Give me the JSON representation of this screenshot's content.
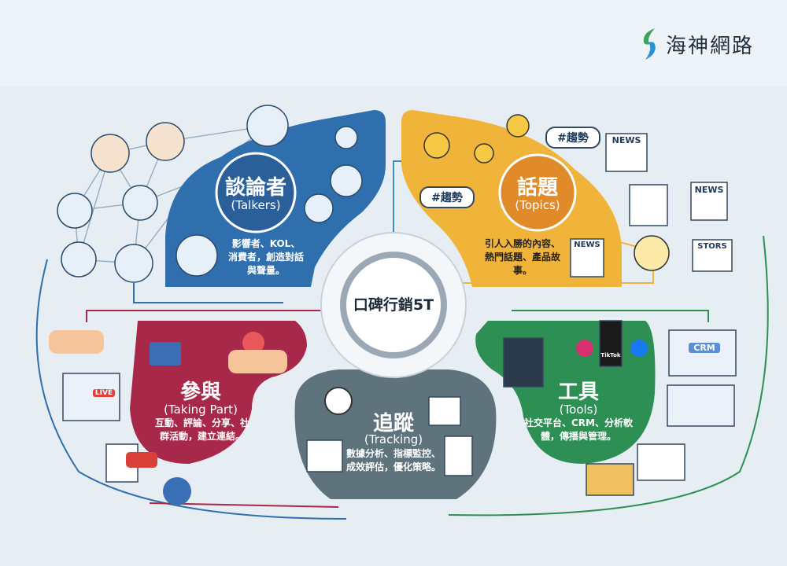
{
  "brand": {
    "name": "海神網路",
    "colors": {
      "green": "#3aa55a",
      "blue": "#2a8fd6"
    }
  },
  "center": {
    "label": "口碑行銷5T"
  },
  "sections": [
    {
      "key": "talkers",
      "title": "談論者",
      "subtitle": "(Talkers)",
      "description": "影響者、KOL、消費者，創造對話與聲量。",
      "color": "#2f6fae"
    },
    {
      "key": "topics",
      "title": "話題",
      "subtitle": "(Topics)",
      "description": "引人入勝的內容、熱門話題、產品故事。",
      "color": "#f0b43a"
    },
    {
      "key": "taking_part",
      "title": "參與",
      "subtitle": "(Taking Part)",
      "description": "互動、評論、分享、社群活動，建立連結。",
      "color": "#a8284a"
    },
    {
      "key": "tools",
      "title": "工具",
      "subtitle": "(Tools)",
      "description": "社交平台、CRM、分析軟體，傳播與管理。",
      "color": "#2e8f55"
    },
    {
      "key": "tracking",
      "title": "追蹤",
      "subtitle": "(Tracking)",
      "description": "數據分析、指標監控、成效評估，優化策略。",
      "color": "#5f737c"
    }
  ],
  "labels": {
    "trend": "#趨勢",
    "news": "NEWS",
    "stories": "STORS",
    "crm": "CRM",
    "live": "LIVE",
    "tiktok": "TikTok"
  }
}
